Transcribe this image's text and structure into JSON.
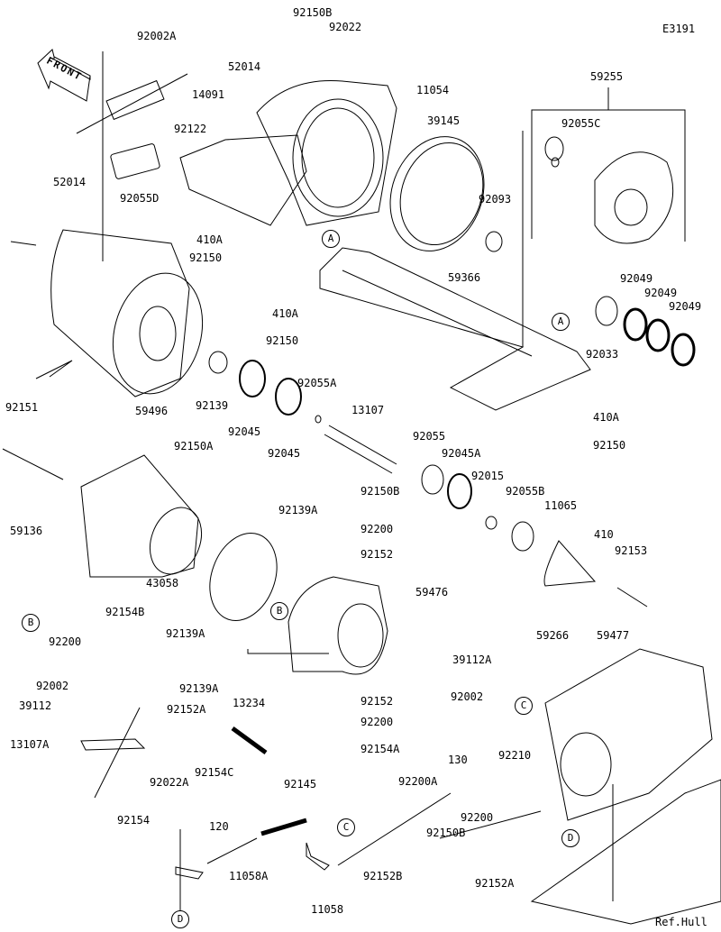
{
  "diagram": {
    "code": "E3191",
    "front_label": "FRONT",
    "ref_label": "Ref.Hull",
    "callouts": [
      "A",
      "A",
      "B",
      "B",
      "C",
      "C",
      "D",
      "D"
    ],
    "parts": [
      "92150B",
      "92022",
      "92002A",
      "52014",
      "14091",
      "11054",
      "92122",
      "52014",
      "92055D",
      "59255",
      "92055C",
      "39145",
      "92093",
      "410A",
      "92150",
      "410A",
      "59366",
      "92150",
      "92049",
      "92049",
      "92049",
      "92033",
      "92151",
      "59496",
      "92139",
      "92045",
      "92045",
      "92055A",
      "13107",
      "410A",
      "92150",
      "92055",
      "92045A",
      "92150A",
      "92150B",
      "92015",
      "92055B",
      "11065",
      "92139A",
      "59136",
      "92200",
      "92152",
      "410",
      "92153",
      "43058",
      "59476",
      "92154B",
      "92200",
      "92139A",
      "39112A",
      "92002",
      "92139A",
      "92002",
      "59266",
      "59477",
      "39112",
      "92152A",
      "92152",
      "92200",
      "13234",
      "13107A",
      "92154A",
      "92022A",
      "92154C",
      "92210",
      "130",
      "92200A",
      "92145",
      "92200",
      "120",
      "92154",
      "92150B",
      "92152A",
      "11058A",
      "92152B",
      "11058"
    ]
  }
}
